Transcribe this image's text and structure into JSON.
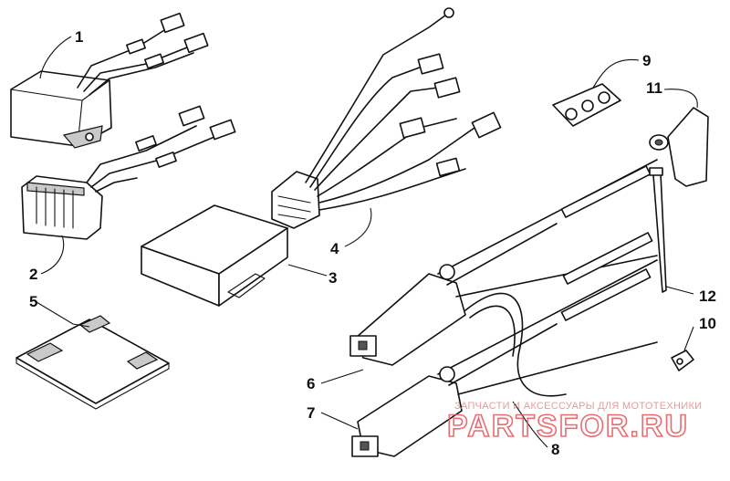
{
  "callouts": {
    "c1": "1",
    "c2": "2",
    "c3": "3",
    "c4": "4",
    "c5": "5",
    "c6": "6",
    "c7": "7",
    "c8": "8",
    "c9": "9",
    "c10": "10",
    "c11": "11",
    "c12": "12"
  },
  "watermark": {
    "subtitle": "ЗАПЧАСТИ И АКСЕССУАРЫ ДЛЯ МОТОТЕХНИКИ",
    "brand": "PARTSFOR.RU"
  },
  "colors": {
    "line": "#111111",
    "watermark": "#e4545a"
  }
}
